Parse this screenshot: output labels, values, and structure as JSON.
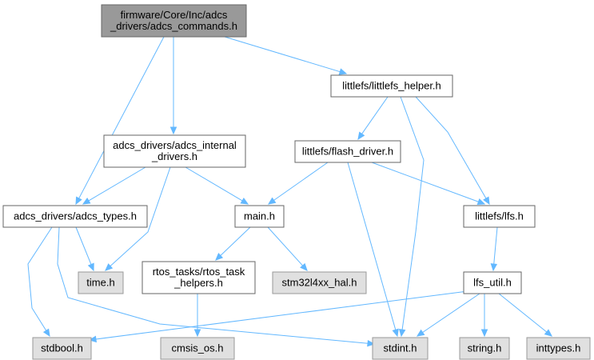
{
  "colors": {
    "edge": "#63b8ff",
    "root_fill": "#999999",
    "root_stroke": "#666666",
    "node_fill": "#ffffff",
    "node_stroke": "#666666",
    "system_fill": "#e0e0e0",
    "system_stroke": "#999999",
    "text": "#000000"
  },
  "nodes": [
    {
      "id": "adcs_commands",
      "lines": [
        "firmware/Core/Inc/adcs",
        "_drivers/adcs_commands.h"
      ],
      "kind": "root"
    },
    {
      "id": "littlefs_helper",
      "lines": [
        "littlefs/littlefs_helper.h"
      ],
      "kind": "header"
    },
    {
      "id": "adcs_internal_drivers",
      "lines": [
        "adcs_drivers/adcs_internal",
        "_drivers.h"
      ],
      "kind": "header"
    },
    {
      "id": "flash_driver",
      "lines": [
        "littlefs/flash_driver.h"
      ],
      "kind": "header"
    },
    {
      "id": "adcs_types",
      "lines": [
        "adcs_drivers/adcs_types.h"
      ],
      "kind": "header"
    },
    {
      "id": "main",
      "lines": [
        "main.h"
      ],
      "kind": "header"
    },
    {
      "id": "lfs",
      "lines": [
        "littlefs/lfs.h"
      ],
      "kind": "header"
    },
    {
      "id": "time",
      "lines": [
        "time.h"
      ],
      "kind": "system"
    },
    {
      "id": "rtos_task_helpers",
      "lines": [
        "rtos_tasks/rtos_task",
        "_helpers.h"
      ],
      "kind": "header"
    },
    {
      "id": "stm32l4xx_hal",
      "lines": [
        "stm32l4xx_hal.h"
      ],
      "kind": "system"
    },
    {
      "id": "lfs_util",
      "lines": [
        "lfs_util.h"
      ],
      "kind": "header"
    },
    {
      "id": "stdbool",
      "lines": [
        "stdbool.h"
      ],
      "kind": "system"
    },
    {
      "id": "cmsis_os",
      "lines": [
        "cmsis_os.h"
      ],
      "kind": "system"
    },
    {
      "id": "stdint",
      "lines": [
        "stdint.h"
      ],
      "kind": "system"
    },
    {
      "id": "string",
      "lines": [
        "string.h"
      ],
      "kind": "system"
    },
    {
      "id": "inttypes",
      "lines": [
        "inttypes.h"
      ],
      "kind": "system"
    }
  ],
  "edges": [
    {
      "from": "adcs_commands",
      "to": "littlefs_helper"
    },
    {
      "from": "adcs_commands",
      "to": "adcs_internal_drivers"
    },
    {
      "from": "adcs_commands",
      "to": "adcs_types"
    },
    {
      "from": "littlefs_helper",
      "to": "flash_driver"
    },
    {
      "from": "littlefs_helper",
      "to": "lfs"
    },
    {
      "from": "littlefs_helper",
      "to": "stdint"
    },
    {
      "from": "adcs_internal_drivers",
      "to": "adcs_types"
    },
    {
      "from": "adcs_internal_drivers",
      "to": "main"
    },
    {
      "from": "adcs_internal_drivers",
      "to": "time"
    },
    {
      "from": "flash_driver",
      "to": "main"
    },
    {
      "from": "flash_driver",
      "to": "lfs"
    },
    {
      "from": "flash_driver",
      "to": "stdint"
    },
    {
      "from": "adcs_types",
      "to": "time"
    },
    {
      "from": "adcs_types",
      "to": "stdbool"
    },
    {
      "from": "adcs_types",
      "to": "stdint"
    },
    {
      "from": "main",
      "to": "rtos_task_helpers"
    },
    {
      "from": "main",
      "to": "stm32l4xx_hal"
    },
    {
      "from": "rtos_task_helpers",
      "to": "cmsis_os"
    },
    {
      "from": "lfs",
      "to": "lfs_util"
    },
    {
      "from": "lfs_util",
      "to": "stdbool"
    },
    {
      "from": "lfs_util",
      "to": "stdint"
    },
    {
      "from": "lfs_util",
      "to": "string"
    },
    {
      "from": "lfs_util",
      "to": "inttypes"
    }
  ]
}
